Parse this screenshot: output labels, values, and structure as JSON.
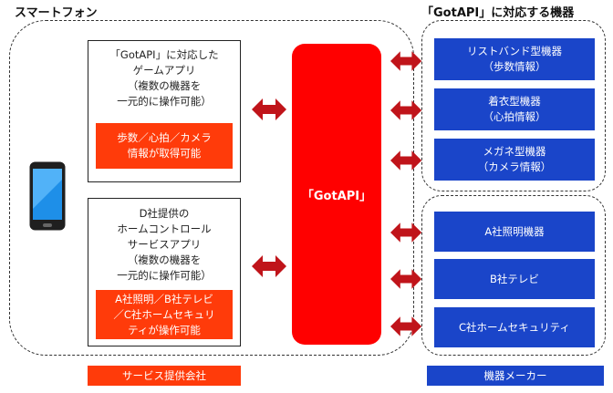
{
  "smartphone": {
    "title": "スマートフォン",
    "app_game": {
      "description": "「GotAPI」に対応した\nゲームアプリ\n（複数の機器を\n一元的に操作可能）",
      "highlight": "歩数／心拍／カメラ\n情報が取得可能"
    },
    "app_home": {
      "description": "D社提供の\nホームコントロール\nサービスアプリ\n（複数の機器を\n一元的に操作可能）",
      "highlight": "A社照明／B社テレビ\n／C社ホームセキュリ\nティが操作可能"
    },
    "hub_label": "「GotAPI」",
    "footer": "サービス提供会社"
  },
  "devices": {
    "title": "「GotAPI」に対応する機器",
    "wearables": [
      "リストバンド型機器\n（歩数情報）",
      "着衣型機器\n（心拍情報）",
      "メガネ型機器\n（カメラ情報）"
    ],
    "home": [
      "A社照明機器",
      "B社テレビ",
      "C社ホームセキュリティ"
    ],
    "footer": "機器メーカー"
  },
  "colors": {
    "hub": "#ff0000",
    "highlight": "#ff3b0a",
    "device": "#1a45c9",
    "arrow": "#c0141a",
    "footer_left": "#ff3b0a",
    "footer_right": "#1a45c9"
  }
}
